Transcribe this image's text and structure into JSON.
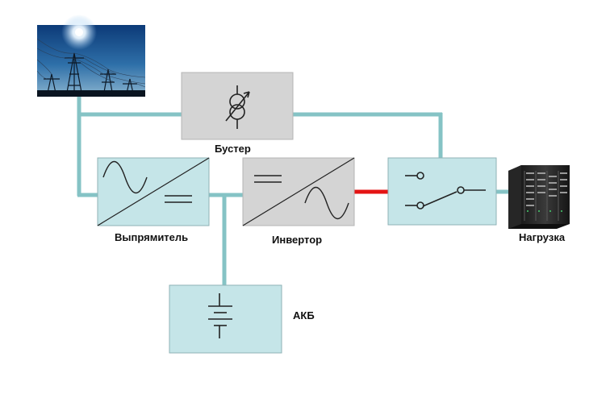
{
  "diagram": {
    "labels": {
      "booster": "Бустер",
      "rectifier": "Выпрямитель",
      "inverter": "Инвертор",
      "load": "Нагрузка",
      "battery": "АКБ"
    },
    "colors": {
      "line": "#85c3c5",
      "fault_line": "#e41414",
      "box_teal": "#c5e5e8",
      "box_grey": "#d4d4d4",
      "box_border": "#8fb2b6",
      "grey_border": "#b5b5b5",
      "symbol": "#222222"
    },
    "icons": {
      "power_source": "power-lines-photo",
      "load": "server-rack-icon"
    }
  }
}
